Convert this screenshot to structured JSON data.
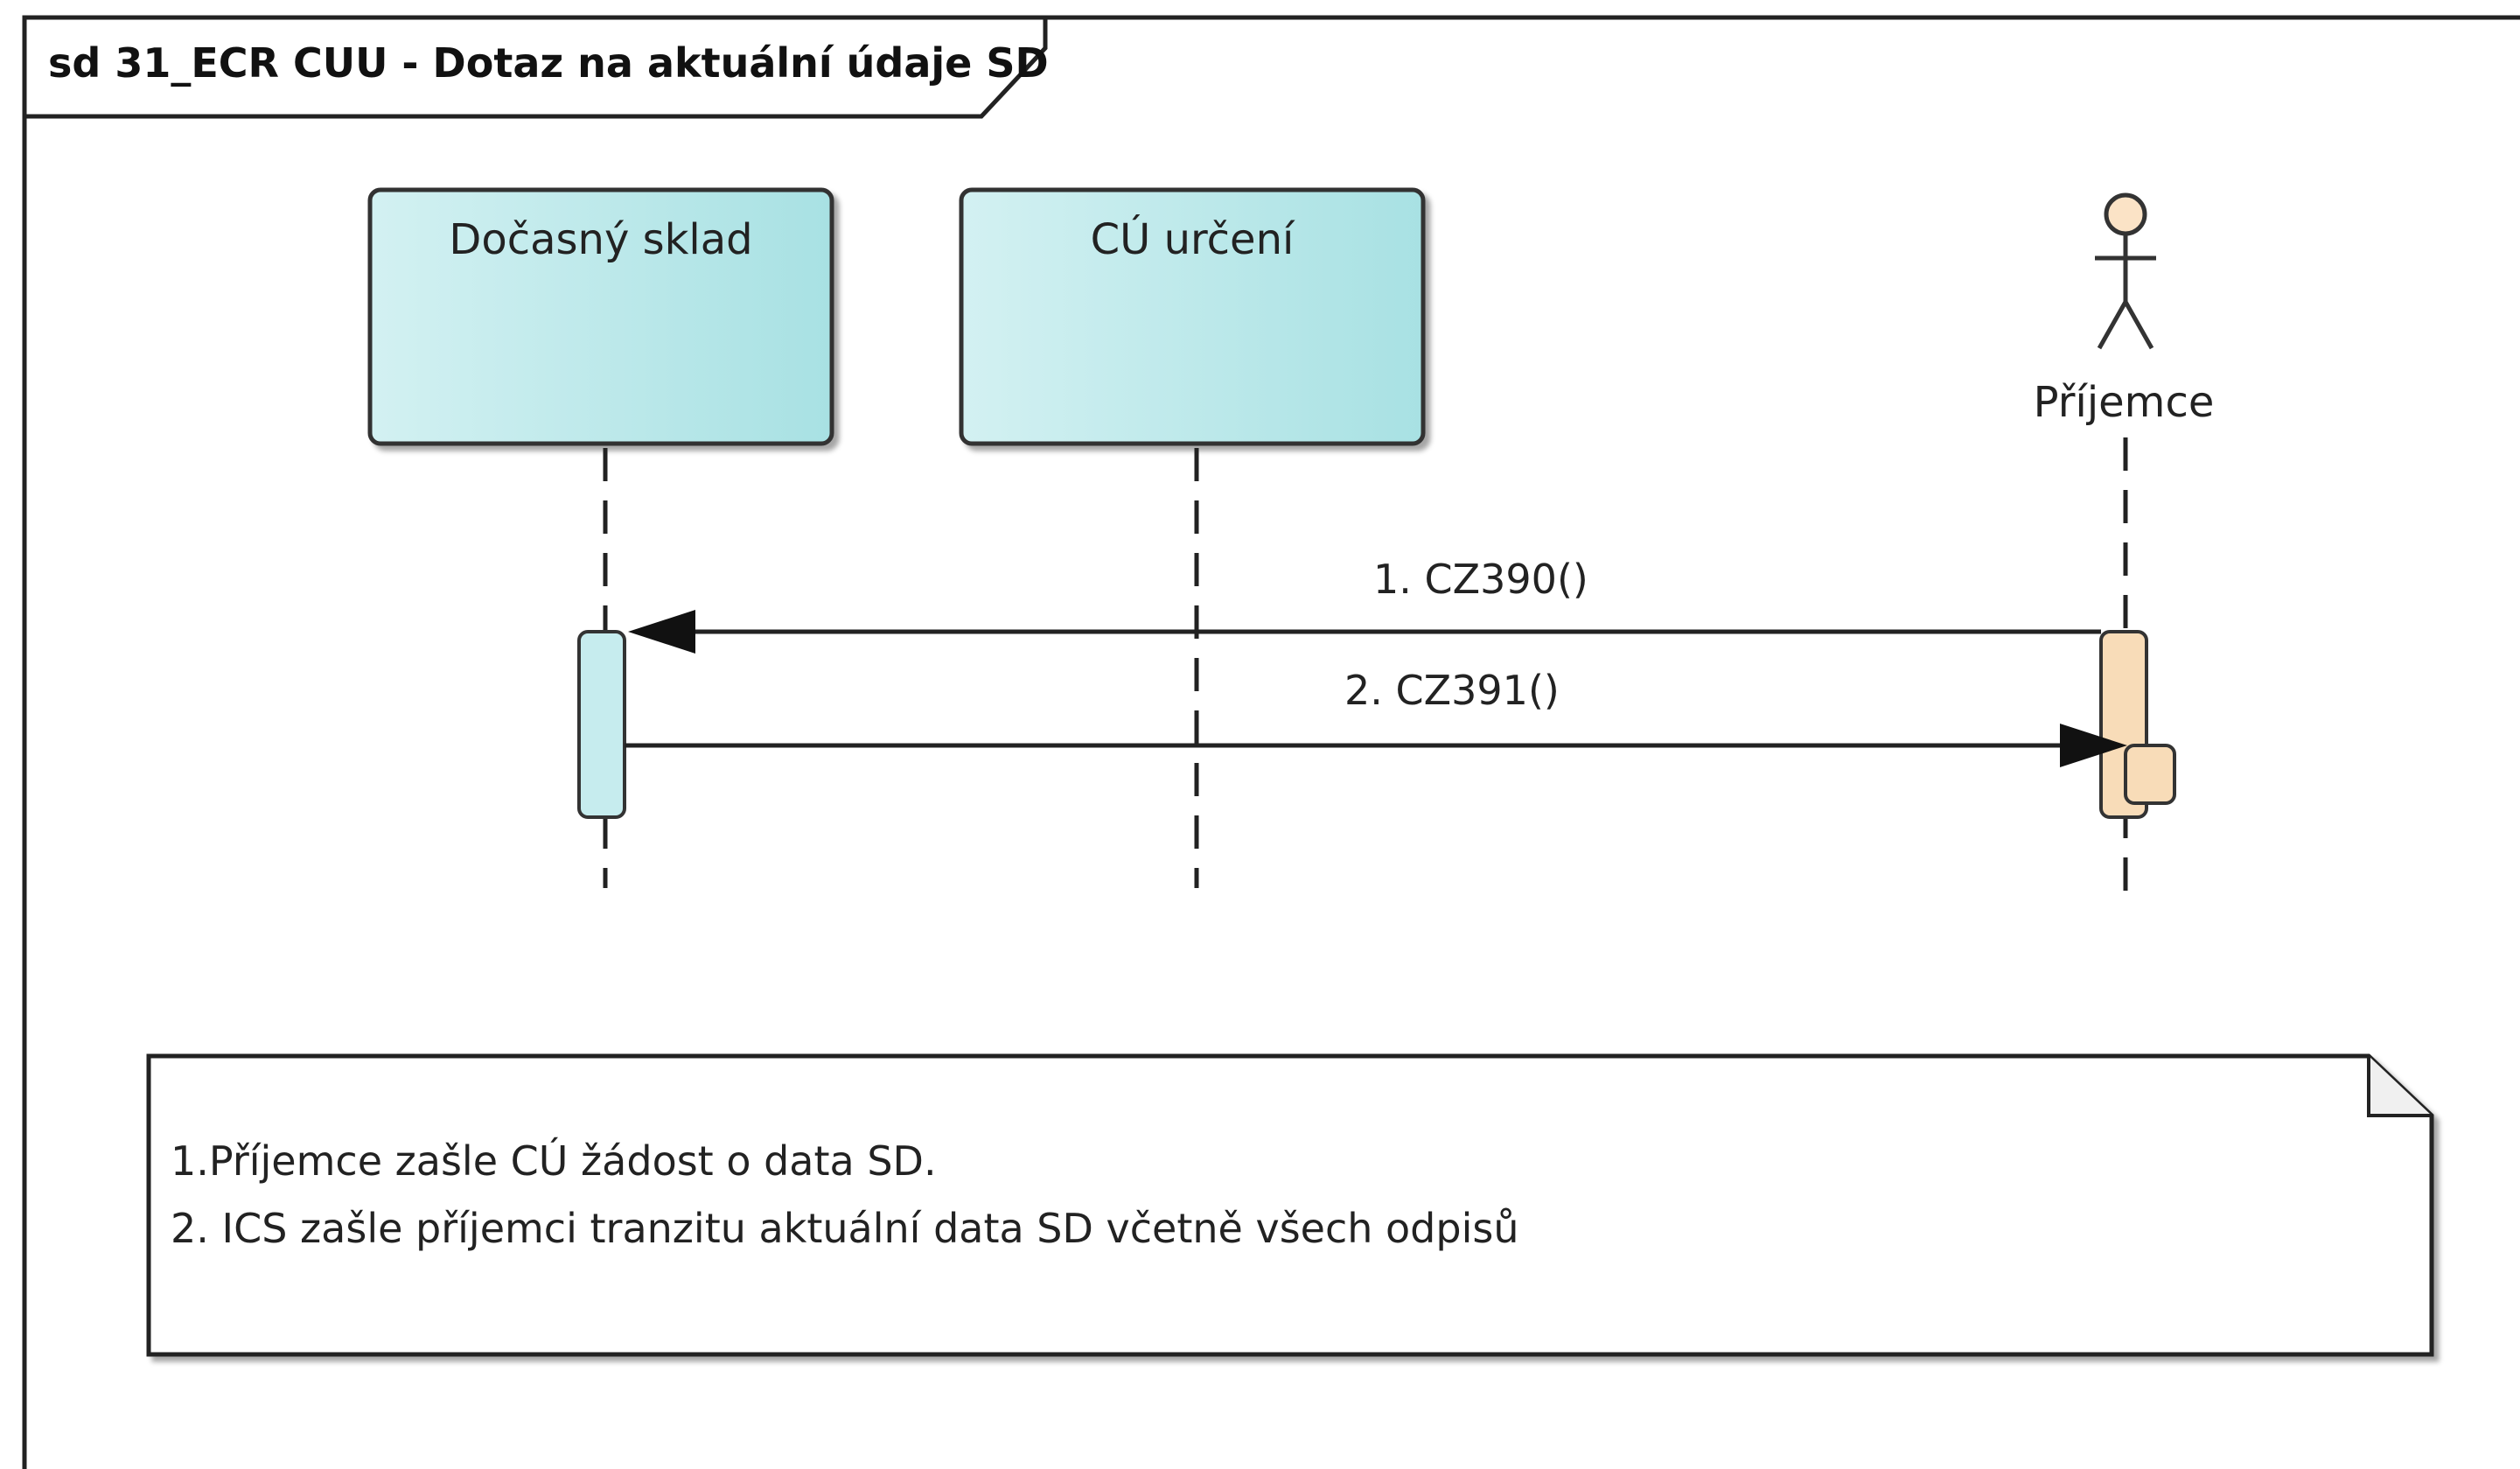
{
  "frame": {
    "title": "sd 31_ECR CUU - Dotaz na aktuální údaje SD"
  },
  "lifelines": [
    {
      "id": "docasny-sklad",
      "label": "Dočasný sklad",
      "kind": "object"
    },
    {
      "id": "cu-urceni",
      "label": "CÚ určení",
      "kind": "object"
    },
    {
      "id": "prijemce",
      "label": "Příjemce",
      "kind": "actor"
    }
  ],
  "messages": [
    {
      "label": "1. CZ390()",
      "from": "Příjemce",
      "to": "Dočasný sklad"
    },
    {
      "label": "2. CZ391()",
      "from": "Dočasný sklad",
      "to": "Příjemce"
    }
  ],
  "note": {
    "lines": [
      "1.Příjemce zašle CÚ žádost o data SD.",
      "2. ICS  zašle příjemci tranzitu aktuální data SD včetně všech odpisů"
    ]
  },
  "colors": {
    "object_fill_light": "#cdeff0",
    "object_fill_dark": "#a9e2e4",
    "activation_object": "#c6ecee",
    "activation_actor": "#f8dcb8",
    "actor_head": "#fbe3c6",
    "line": "#222222"
  }
}
